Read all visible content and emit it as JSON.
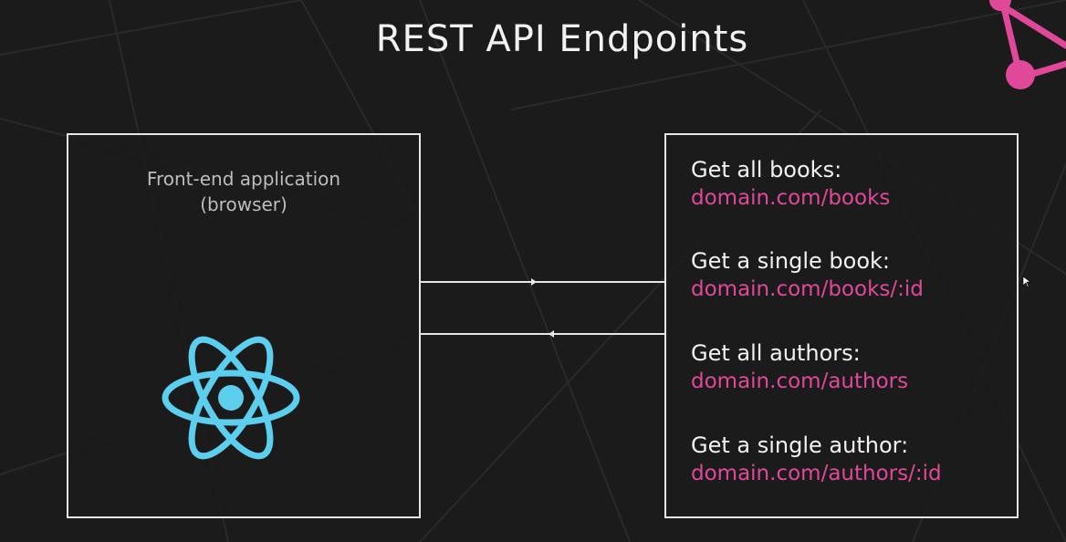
{
  "slide": {
    "title": "REST API Endpoints"
  },
  "frontend": {
    "label_line1": "Front-end application",
    "label_line2": "(browser)",
    "logo_icon": "react-logo-icon"
  },
  "endpoints": [
    {
      "label": "Get all books:",
      "url": "domain.com/books"
    },
    {
      "label": "Get a single book:",
      "url": "domain.com/books/:id"
    },
    {
      "label": "Get all authors:",
      "url": "domain.com/authors"
    },
    {
      "label": "Get a single author:",
      "url": "domain.com/authors/:id"
    }
  ],
  "colors": {
    "background": "#1b1b1b",
    "accent_pink": "#e0489a",
    "react_blue": "#5ccfee",
    "box_border": "#e6e6e6"
  }
}
